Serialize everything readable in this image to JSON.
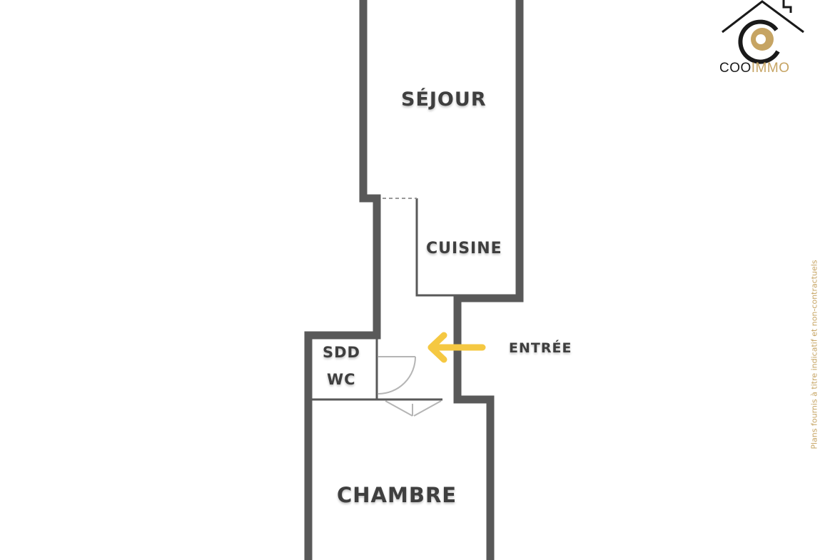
{
  "rooms": {
    "sejour": "SÉJOUR",
    "cuisine": "CUISINE",
    "sdd": "SDD",
    "wc": "WC",
    "chambre": "CHAMBRE"
  },
  "entrance": {
    "label": "ENTRÉE"
  },
  "logo": {
    "part1": "COO",
    "part2": "IMMO"
  },
  "disclaimer": "Plans fournis à titre indicatif et non-contractuels",
  "colors": {
    "wall": "#595959",
    "arrow": "#f5c842",
    "gold": "#c6a463",
    "logo_dark": "#1a1a1a",
    "label": "#3f3f3f"
  }
}
